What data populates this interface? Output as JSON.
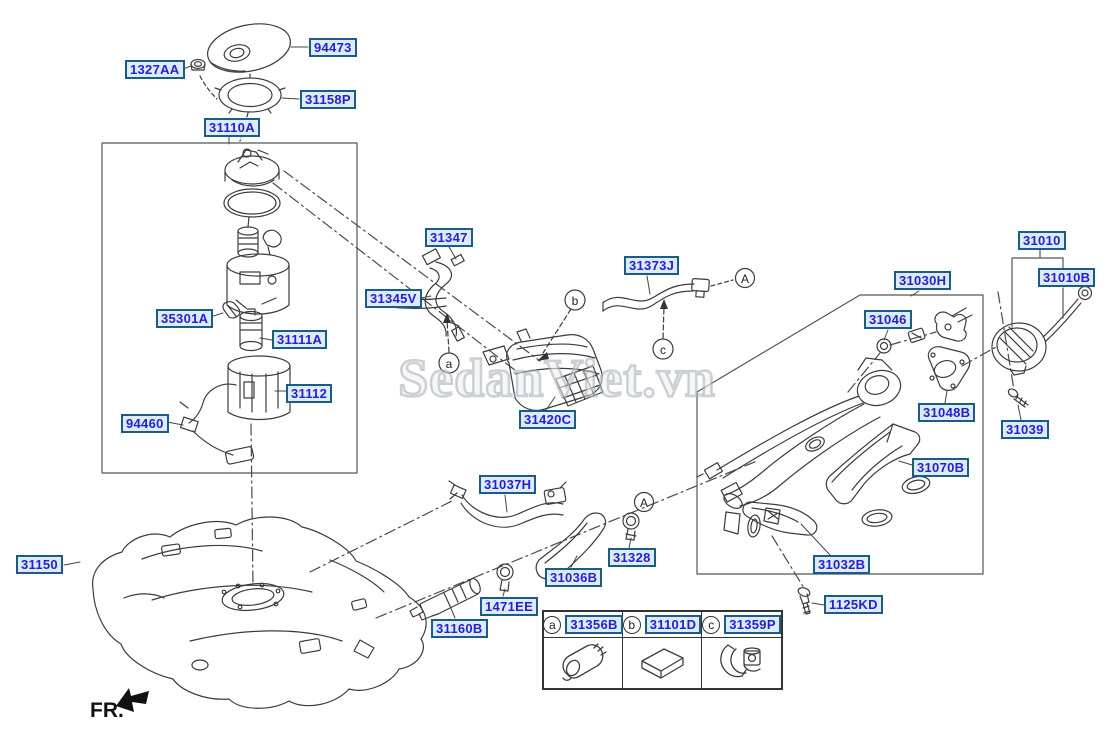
{
  "watermark": "SedanViet.vn",
  "front_marker": "FR.",
  "callouts": {
    "a": "a",
    "b": "b",
    "c": "c",
    "A": "A"
  },
  "parts": {
    "p94473": "94473",
    "p1327AA": "1327AA",
    "p31158P": "31158P",
    "p31110A": "31110A",
    "p35301A": "35301A",
    "p31111A": "31111A",
    "p31112": "31112",
    "p94460": "94460",
    "p31150": "31150",
    "p31347": "31347",
    "p31345V": "31345V",
    "p31373J": "31373J",
    "p31420C": "31420C",
    "p31037H": "31037H",
    "p31328": "31328",
    "p31036B": "31036B",
    "p1471EE": "1471EE",
    "p31160B": "31160B",
    "p31030H": "31030H",
    "p31046": "31046",
    "p31048B": "31048B",
    "p31070B": "31070B",
    "p31032B": "31032B",
    "p1125KD": "1125KD",
    "p31010": "31010",
    "p31010B": "31010B",
    "p31039": "31039"
  },
  "legend": {
    "items": [
      {
        "key": "a",
        "part": "31356B",
        "icon": "hose-clamp-icon"
      },
      {
        "key": "b",
        "part": "31101D",
        "icon": "pad-block-icon"
      },
      {
        "key": "c",
        "part": "31359P",
        "icon": "pipe-clip-icon"
      }
    ]
  }
}
